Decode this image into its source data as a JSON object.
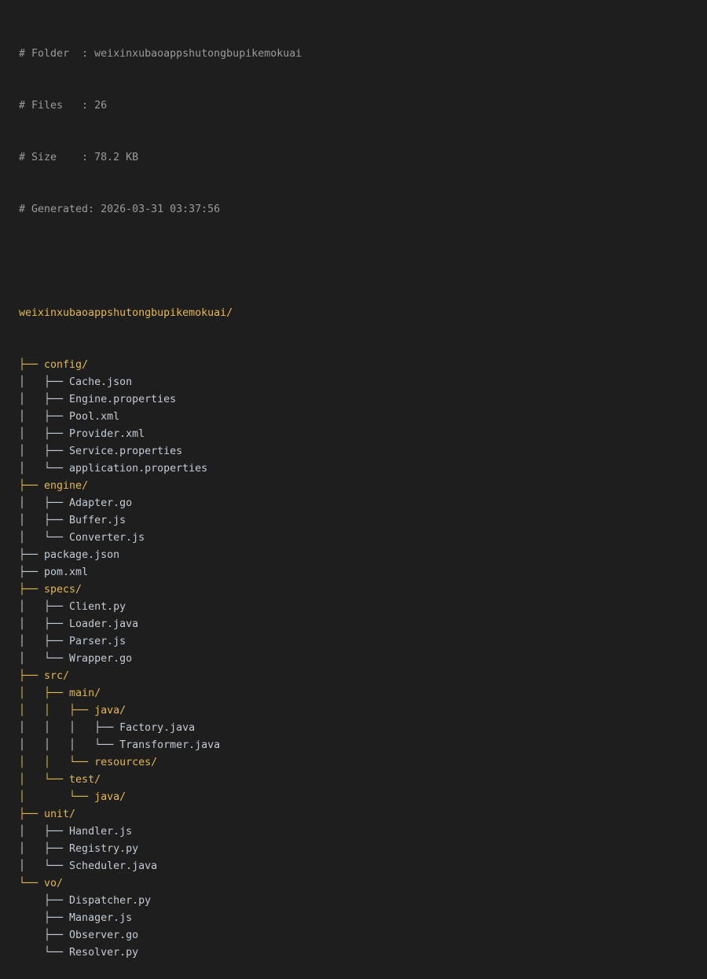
{
  "colors": {
    "background": "#1e1e1e",
    "comment": "#9b9b9b",
    "directory": "#e2b84c",
    "file": "#c3ccd4"
  },
  "header": {
    "folder_line": "# Folder  : weixinxubaoappshutongbupikemokuai",
    "files_line": "# Files   : 26",
    "size_line": "# Size    : 78.2 KB",
    "generated_line": "# Generated: 2026-03-31 03:37:56",
    "folder": "weixinxubaoappshutongbupikemokuai",
    "files": "26",
    "size": "78.2 KB",
    "generated": "2026-03-31 03:37:56"
  },
  "tree": {
    "root": "weixinxubaoappshutongbupikemokuai/",
    "lines": [
      {
        "prefix": "├── ",
        "name": "config/",
        "type": "dir"
      },
      {
        "prefix": "│   ├── ",
        "name": "Cache.json",
        "type": "file"
      },
      {
        "prefix": "│   ├── ",
        "name": "Engine.properties",
        "type": "file"
      },
      {
        "prefix": "│   ├── ",
        "name": "Pool.xml",
        "type": "file"
      },
      {
        "prefix": "│   ├── ",
        "name": "Provider.xml",
        "type": "file"
      },
      {
        "prefix": "│   ├── ",
        "name": "Service.properties",
        "type": "file"
      },
      {
        "prefix": "│   └── ",
        "name": "application.properties",
        "type": "file"
      },
      {
        "prefix": "├── ",
        "name": "engine/",
        "type": "dir"
      },
      {
        "prefix": "│   ├── ",
        "name": "Adapter.go",
        "type": "file"
      },
      {
        "prefix": "│   ├── ",
        "name": "Buffer.js",
        "type": "file"
      },
      {
        "prefix": "│   └── ",
        "name": "Converter.js",
        "type": "file"
      },
      {
        "prefix": "├── ",
        "name": "package.json",
        "type": "file"
      },
      {
        "prefix": "├── ",
        "name": "pom.xml",
        "type": "file"
      },
      {
        "prefix": "├── ",
        "name": "specs/",
        "type": "dir"
      },
      {
        "prefix": "│   ├── ",
        "name": "Client.py",
        "type": "file"
      },
      {
        "prefix": "│   ├── ",
        "name": "Loader.java",
        "type": "file"
      },
      {
        "prefix": "│   ├── ",
        "name": "Parser.js",
        "type": "file"
      },
      {
        "prefix": "│   └── ",
        "name": "Wrapper.go",
        "type": "file"
      },
      {
        "prefix": "├── ",
        "name": "src/",
        "type": "dir"
      },
      {
        "prefix": "│   ├── ",
        "name": "main/",
        "type": "dir"
      },
      {
        "prefix": "│   │   ├── ",
        "name": "java/",
        "type": "dir"
      },
      {
        "prefix": "│   │   │   ├── ",
        "name": "Factory.java",
        "type": "file"
      },
      {
        "prefix": "│   │   │   └── ",
        "name": "Transformer.java",
        "type": "file"
      },
      {
        "prefix": "│   │   └── ",
        "name": "resources/",
        "type": "dir"
      },
      {
        "prefix": "│   └── ",
        "name": "test/",
        "type": "dir"
      },
      {
        "prefix": "│       └── ",
        "name": "java/",
        "type": "dir"
      },
      {
        "prefix": "├── ",
        "name": "unit/",
        "type": "dir"
      },
      {
        "prefix": "│   ├── ",
        "name": "Handler.js",
        "type": "file"
      },
      {
        "prefix": "│   ├── ",
        "name": "Registry.py",
        "type": "file"
      },
      {
        "prefix": "│   └── ",
        "name": "Scheduler.java",
        "type": "file"
      },
      {
        "prefix": "└── ",
        "name": "vo/",
        "type": "dir"
      },
      {
        "prefix": "    ├── ",
        "name": "Dispatcher.py",
        "type": "file"
      },
      {
        "prefix": "    ├── ",
        "name": "Manager.js",
        "type": "file"
      },
      {
        "prefix": "    ├── ",
        "name": "Observer.go",
        "type": "file"
      },
      {
        "prefix": "    └── ",
        "name": "Resolver.py",
        "type": "file"
      }
    ]
  }
}
